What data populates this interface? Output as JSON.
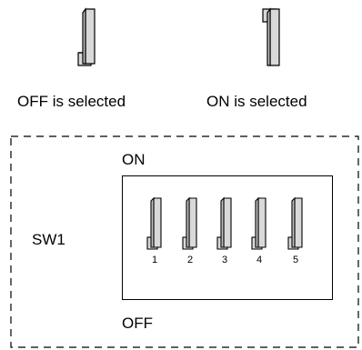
{
  "legend": {
    "off_label": "OFF is selected",
    "on_label": "ON is selected"
  },
  "dip": {
    "on_label": "ON",
    "off_label": "OFF",
    "switch_label": "SW1",
    "positions": [
      {
        "number": "1",
        "state": "OFF"
      },
      {
        "number": "2",
        "state": "OFF"
      },
      {
        "number": "3",
        "state": "OFF"
      },
      {
        "number": "4",
        "state": "OFF"
      },
      {
        "number": "5",
        "state": "OFF"
      }
    ]
  },
  "colors": {
    "lever_fill": "#d9d9d9",
    "lever_stroke": "#000000",
    "dash": "#000000"
  }
}
